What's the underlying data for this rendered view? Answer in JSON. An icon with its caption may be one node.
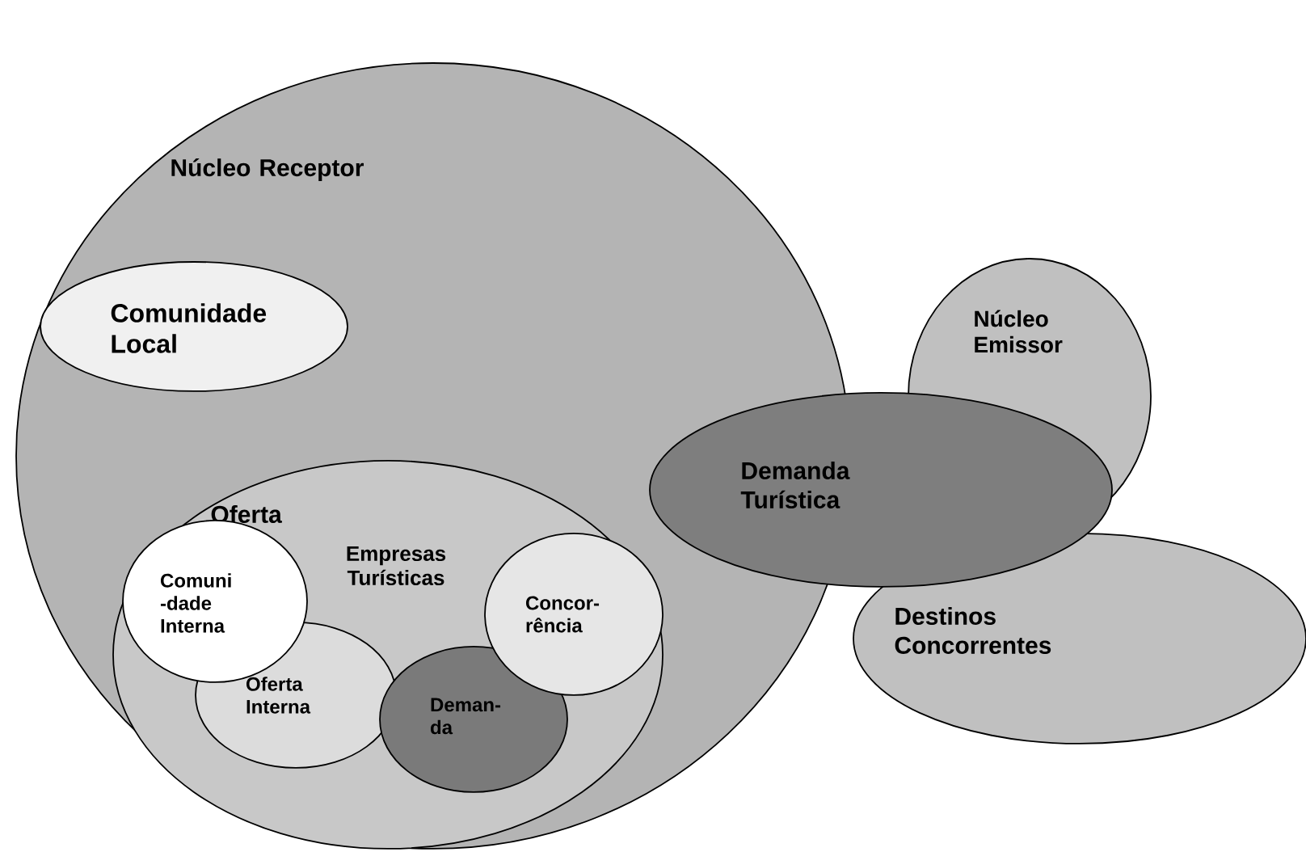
{
  "diagram": {
    "nodes": [
      {
        "text": [
          "Núcleo Receptor"
        ]
      },
      {
        "text": [
          "Comunidade Local"
        ],
        "in": 0
      },
      {
        "text": [
          "Oferta",
          "Empresas Turísticas"
        ],
        "in": 0
      },
      {
        "text": [
          "Comuni -dade Interna"
        ],
        "in": 2
      },
      {
        "text": [
          "Concor- rência"
        ],
        "in": 2
      },
      {
        "text": [
          "Oferta Interna"
        ],
        "in": 2
      },
      {
        "text": [
          "Deman- da"
        ],
        "in": 2
      },
      {
        "text": [
          "Núcleo Emissor"
        ]
      },
      {
        "text": [
          "Demanda Turística"
        ]
      },
      {
        "text": [
          "Destinos Concorrentes"
        ]
      }
    ],
    "edges": []
  }
}
